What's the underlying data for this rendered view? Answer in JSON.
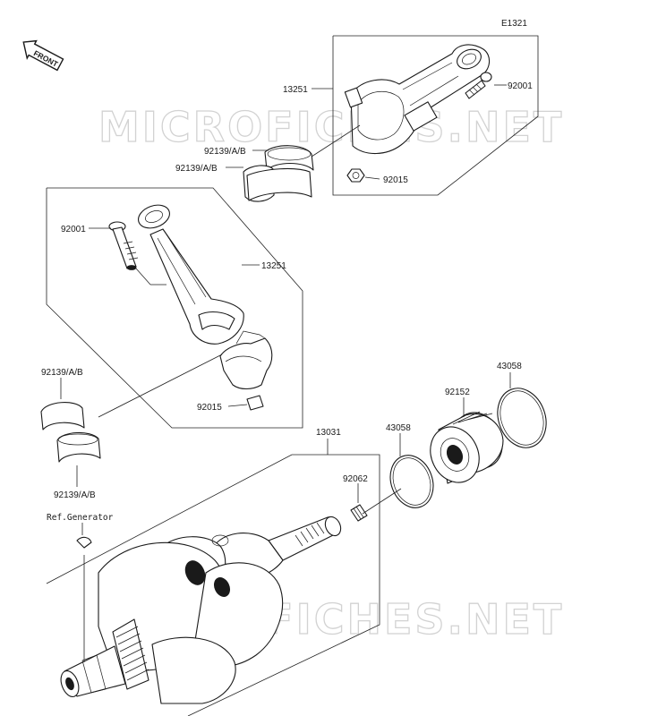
{
  "diagram_code": "E1321",
  "front_label": "FRONT",
  "watermark": "MICROFICHES.NET",
  "labels": {
    "rod_upper": "13251",
    "bolt_upper": "92001",
    "bearing_upper_a": "92139/A/B",
    "bearing_upper_b": "92139/A/B",
    "nut_upper": "92015",
    "bolt_lower": "92001",
    "rod_lower": "13251",
    "bearing_lower_a": "92139/A/B",
    "nut_lower": "92015",
    "bearing_lower_b": "92139/A/B",
    "ring_right": "43058",
    "bearing_92152": "92152",
    "crankshaft": "13031",
    "ring_left": "43058",
    "plug_92062": "92062",
    "ref_generator": "Ref.Generator"
  },
  "colors": {
    "ink": "#1a1a1a",
    "watermark": "#d2d2d2",
    "background": "#ffffff"
  }
}
